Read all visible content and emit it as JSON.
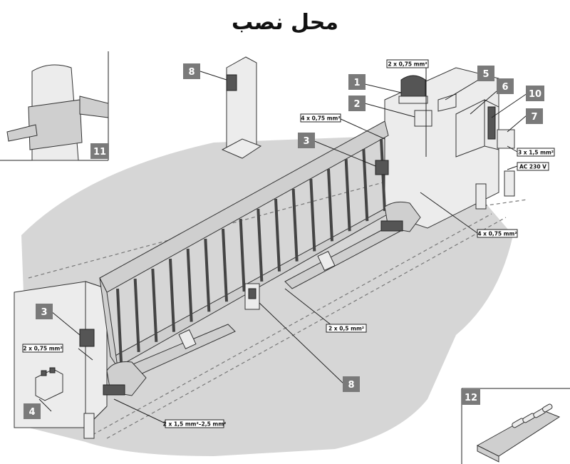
{
  "title": "محل نصب",
  "callouts": {
    "n1": "1",
    "n2": "2",
    "n3a": "3",
    "n3b": "3",
    "n4": "4",
    "n5": "5",
    "n6": "6",
    "n7": "7",
    "n8a": "8",
    "n8b": "8",
    "n10": "10",
    "n11": "11",
    "n12": "12"
  },
  "wires": {
    "w_top": "2 x 0,75 mm²",
    "w_3top": "4 x 0,75 mm²",
    "w_power": "3 x 1,5 mm²",
    "w_ac": "AC 230 V",
    "w_right": "4 x 0,75 mm²",
    "w_mid": "2 x 0,5 mm²",
    "w_left": "2 x 0,75 mm²",
    "w_motor": "2 x 1,5 mm²–2,5 mm²"
  }
}
